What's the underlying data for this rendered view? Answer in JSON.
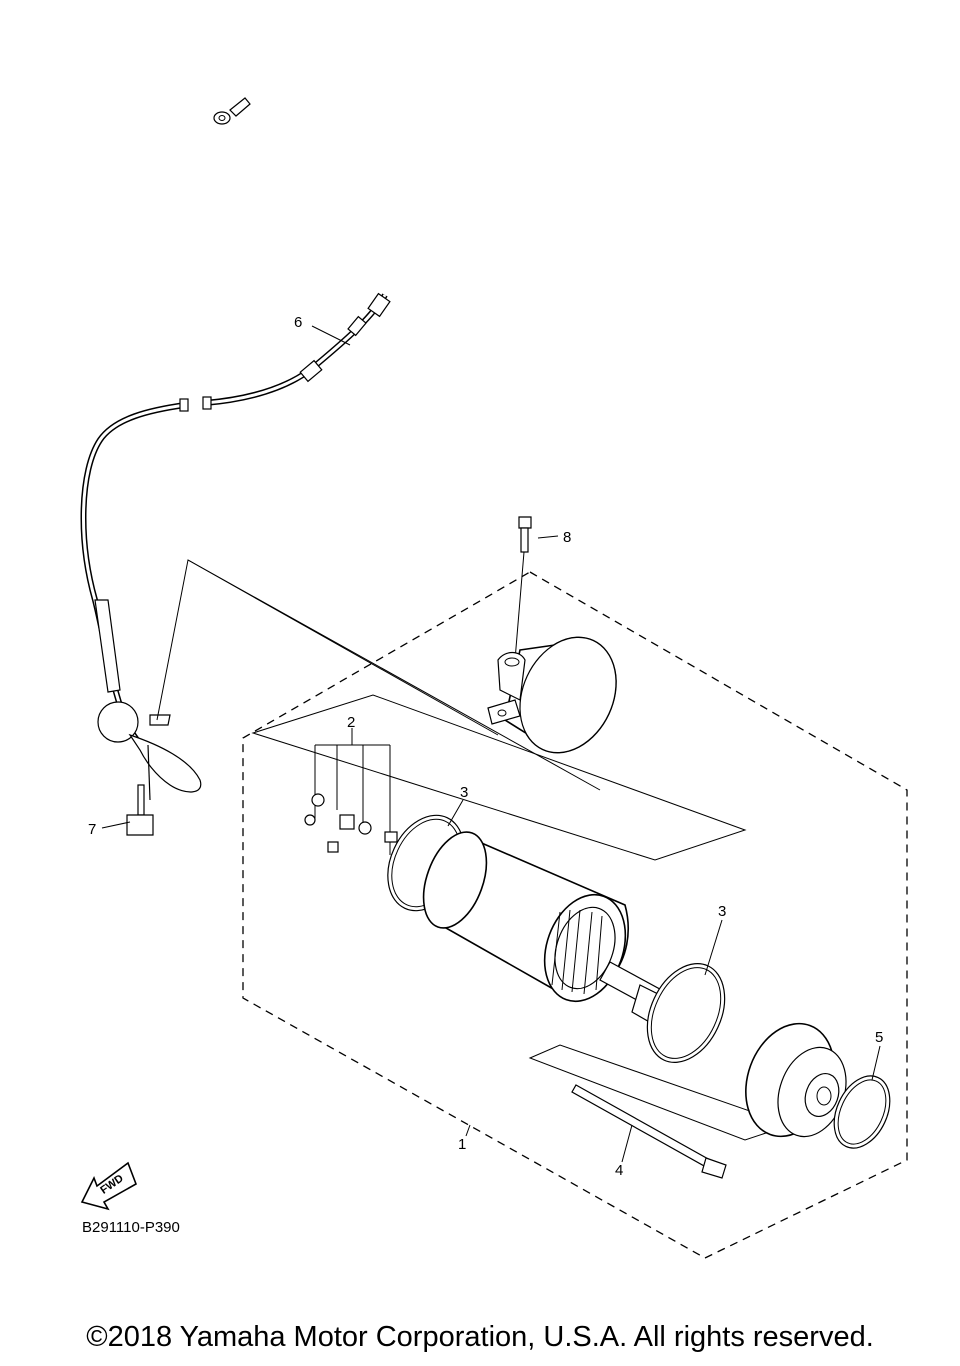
{
  "diagram": {
    "callouts": [
      "1",
      "2",
      "3",
      "3",
      "4",
      "5",
      "6",
      "7",
      "8"
    ],
    "fwd_label": "FWD",
    "diagram_code": "B291110-P390",
    "copyright": "©2018 Yamaha Motor Corporation, U.S.A. All rights reserved."
  }
}
